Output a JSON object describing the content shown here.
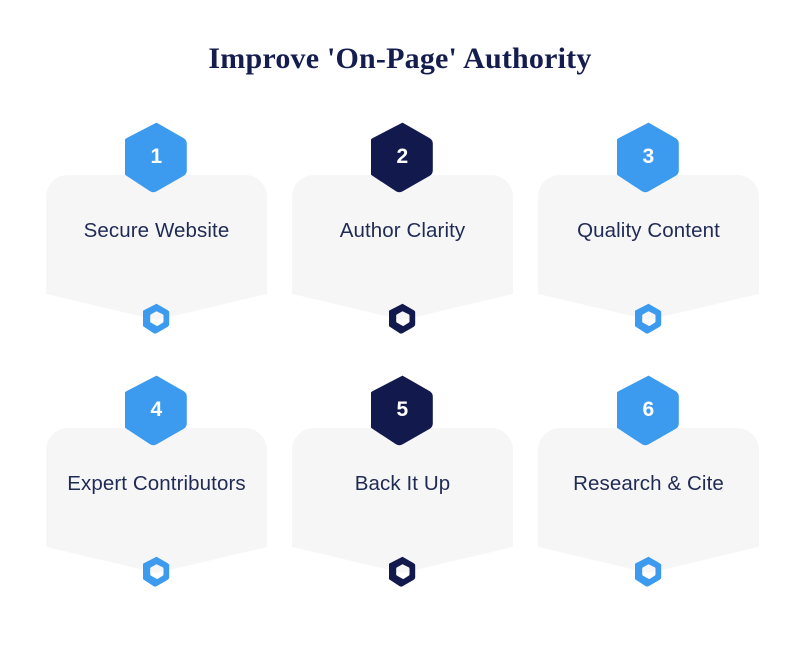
{
  "page": {
    "title": "Improve 'On-Page' Authority",
    "background_color": "#ffffff"
  },
  "theme": {
    "accent_blue": "#3d9bef",
    "accent_navy": "#121a4d",
    "card_fill": "#f6f6f7",
    "title_color": "#151d4f",
    "label_color": "#1f2a55",
    "badge_text_color": "#ffffff"
  },
  "steps": [
    {
      "number": "1",
      "label": "Secure Website",
      "badge_color": "#3d9bef",
      "marker_color": "#3d9bef",
      "badge_icon": "hexagon-badge-icon",
      "marker_icon": "hexagon-outline-icon"
    },
    {
      "number": "2",
      "label": "Author Clarity",
      "badge_color": "#121a4d",
      "marker_color": "#121a4d",
      "badge_icon": "hexagon-badge-icon",
      "marker_icon": "hexagon-outline-icon"
    },
    {
      "number": "3",
      "label": "Quality Content",
      "badge_color": "#3d9bef",
      "marker_color": "#3d9bef",
      "badge_icon": "hexagon-badge-icon",
      "marker_icon": "hexagon-outline-icon"
    },
    {
      "number": "4",
      "label": "Expert Contributors",
      "badge_color": "#3d9bef",
      "marker_color": "#3d9bef",
      "badge_icon": "hexagon-badge-icon",
      "marker_icon": "hexagon-outline-icon"
    },
    {
      "number": "5",
      "label": "Back It Up",
      "badge_color": "#121a4d",
      "marker_color": "#121a4d",
      "badge_icon": "hexagon-badge-icon",
      "marker_icon": "hexagon-outline-icon"
    },
    {
      "number": "6",
      "label": "Research & Cite",
      "badge_color": "#3d9bef",
      "marker_color": "#3d9bef",
      "badge_icon": "hexagon-badge-icon",
      "marker_icon": "hexagon-outline-icon"
    }
  ]
}
